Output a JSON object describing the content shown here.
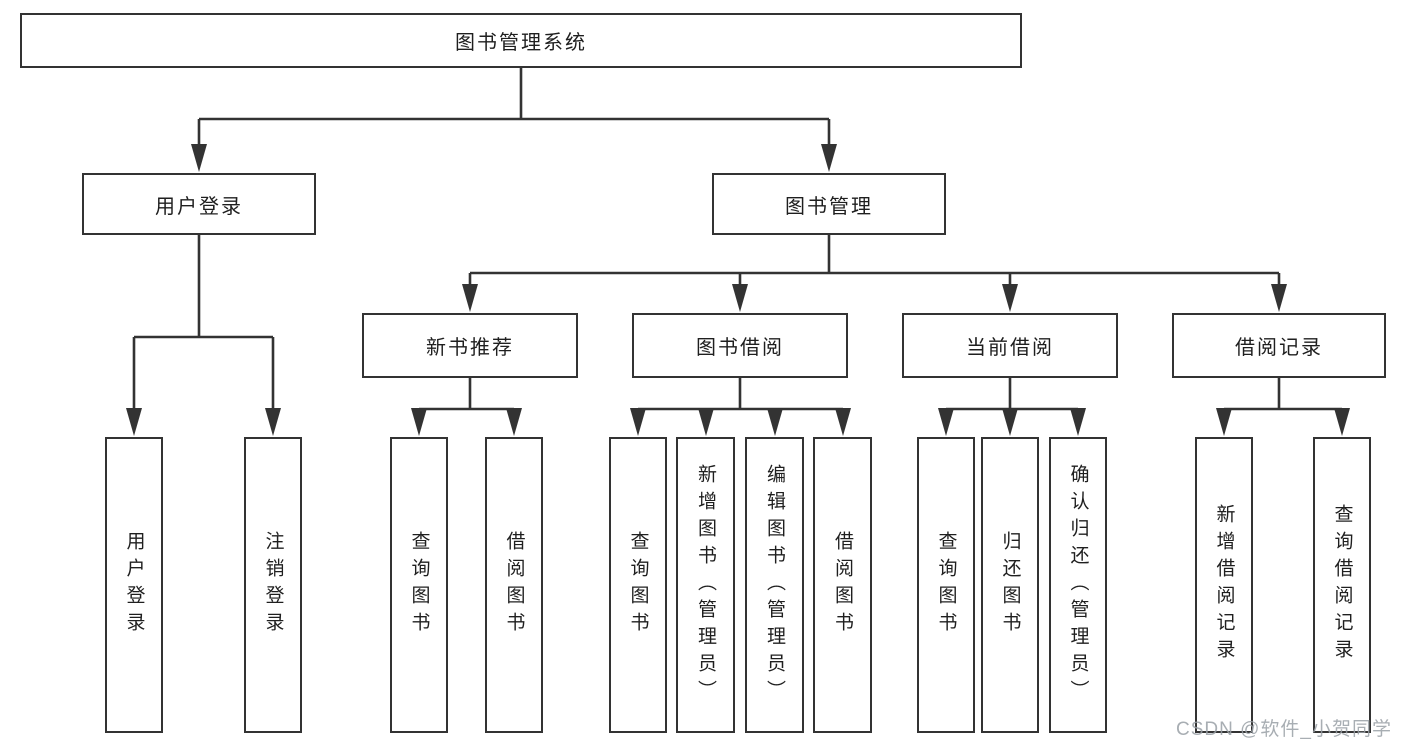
{
  "title": "图书管理系统",
  "colors": {
    "line": "#333333",
    "border": "#333333",
    "text": "#1f1f1f",
    "background": "#ffffff",
    "watermark": "#9aa0a6"
  },
  "watermark": {
    "text": "CSDN @软件_小贺同学"
  },
  "nodes": {
    "root": {
      "label": "图书管理系统"
    },
    "user_login": {
      "label": "用户登录"
    },
    "book_mgmt": {
      "label": "图书管理"
    },
    "new_book_rec": {
      "label": "新书推荐"
    },
    "book_borrow": {
      "label": "图书借阅"
    },
    "current_borrow": {
      "label": "当前借阅"
    },
    "borrow_records": {
      "label": "借阅记录"
    },
    "leaf_user_login": {
      "label": "用户登录"
    },
    "leaf_logout": {
      "label": "注销登录"
    },
    "leaf_nbr_query": {
      "label": "查询图书"
    },
    "leaf_nbr_borrow": {
      "label": "借阅图书"
    },
    "leaf_bb_query": {
      "label": "查询图书"
    },
    "leaf_bb_add": {
      "label": "新增图书（管理员）"
    },
    "leaf_bb_edit": {
      "label": "编辑图书（管理员）"
    },
    "leaf_bb_borrow": {
      "label": "借阅图书"
    },
    "leaf_cb_query": {
      "label": "查询图书"
    },
    "leaf_cb_return": {
      "label": "归还图书"
    },
    "leaf_cb_confirm": {
      "label": "确认归还（管理员）"
    },
    "leaf_br_add": {
      "label": "新增借阅记录"
    },
    "leaf_br_query": {
      "label": "查询借阅记录"
    }
  },
  "hierarchy": {
    "图书管理系统": {
      "用户登录": [
        "用户登录",
        "注销登录"
      ],
      "图书管理": {
        "新书推荐": [
          "查询图书",
          "借阅图书"
        ],
        "图书借阅": [
          "查询图书",
          "新增图书（管理员）",
          "编辑图书（管理员）",
          "借阅图书"
        ],
        "当前借阅": [
          "查询图书",
          "归还图书",
          "确认归还（管理员）"
        ],
        "借阅记录": [
          "新增借阅记录",
          "查询借阅记录"
        ]
      }
    }
  }
}
